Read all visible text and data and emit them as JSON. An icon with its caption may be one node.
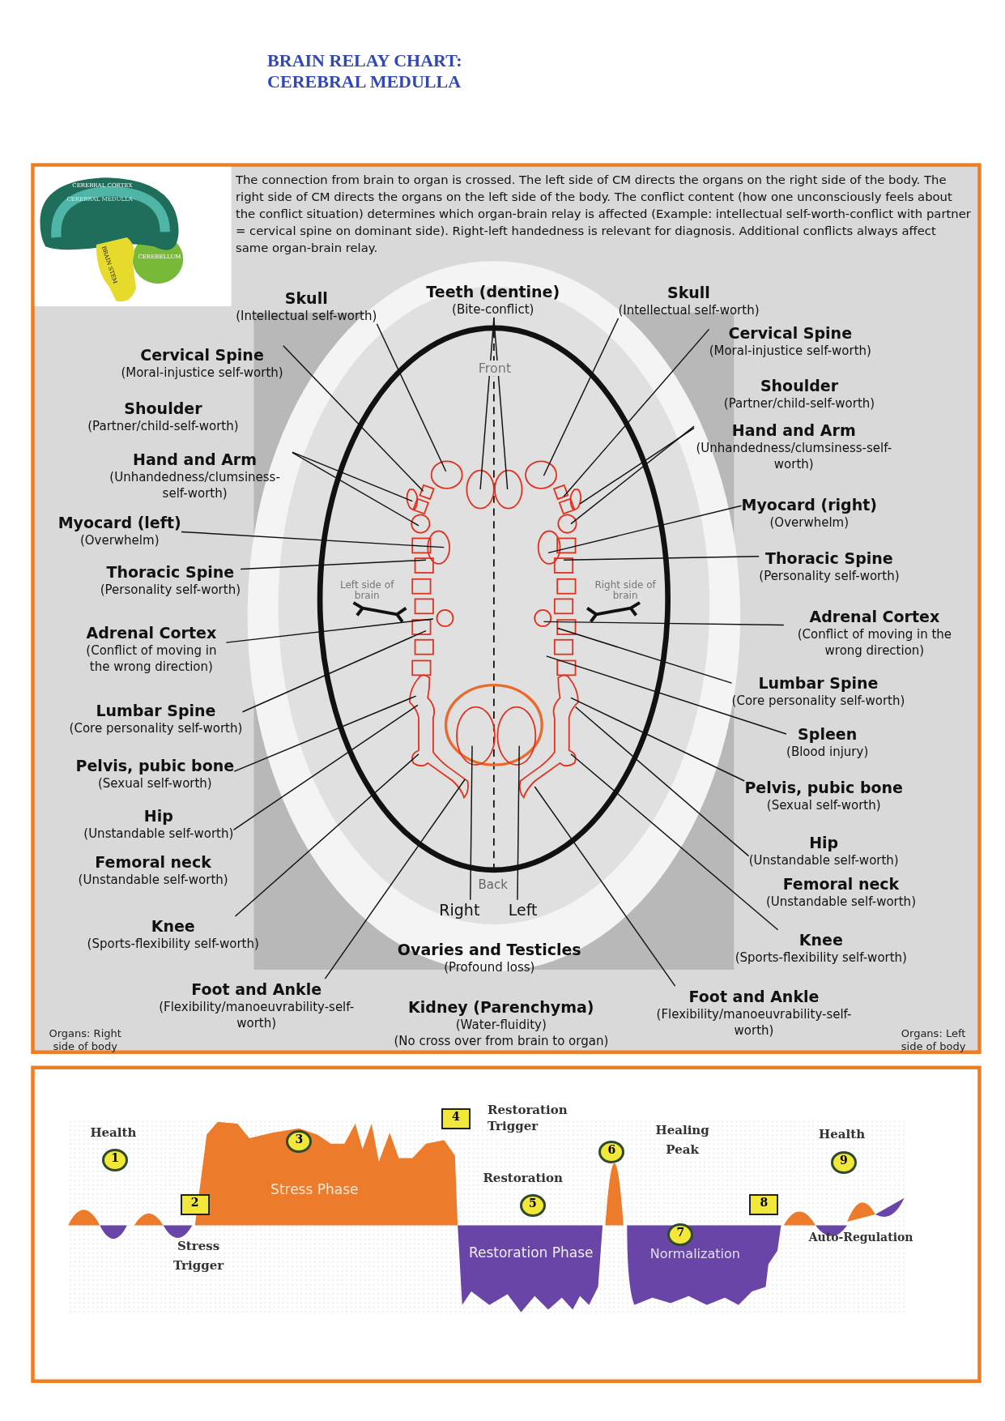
{
  "diagram": {
    "title": "BRAIN RELAY CHART: CEREBRAL MEDULLA",
    "nodes": [
      {
        "text": [
          "Skull",
          "(Intellectual self-worth)"
        ]
      },
      {
        "text": [
          "Cervical Spine",
          "(Moral-injustice self-worth)"
        ]
      },
      {
        "text": [
          "Shoulder",
          "(Partner/child-self-worth)"
        ]
      },
      {
        "text": [
          "Hand and Arm",
          "(Unhandedness/clumsiness-self-worth)"
        ]
      },
      {
        "text": [
          "Myocard (left)",
          "(Overwhelm)"
        ]
      },
      {
        "text": [
          "Thoracic Spine",
          "(Personality self-worth)"
        ]
      },
      {
        "text": [
          "Adrenal Cortex",
          "(Conflict of moving in the wrong direction)"
        ]
      },
      {
        "text": [
          "Lumbar Spine",
          "(Core personality self-worth)"
        ]
      },
      {
        "text": [
          "Pelvis, pubic bone",
          "(Sexual self-worth)"
        ]
      },
      {
        "text": [
          "Hip",
          "(Unstandable self-worth)"
        ]
      },
      {
        "text": [
          "Femoral neck",
          "(Unstandable self-worth)"
        ]
      },
      {
        "text": [
          "Knee",
          "(Sports-flexibility self-worth)"
        ]
      },
      {
        "text": [
          "Foot and Ankle",
          "(Flexibility/manoeuvrability-self-worth)"
        ]
      },
      {
        "text": [
          "Teeth (dentine)",
          "(Bite-conflict)"
        ]
      },
      {
        "text": [
          "Right"
        ]
      },
      {
        "text": [
          "Left"
        ]
      },
      {
        "text": [
          "Ovaries and Testicles",
          "(Profound loss)"
        ]
      },
      {
        "text": [
          "Kidney (Parenchyma)",
          "(Water-fluidity)",
          "(No cross over from brain to organ)"
        ]
      },
      {
        "text": [
          "Skull",
          "(Intellectual self-worth)"
        ]
      },
      {
        "text": [
          "Cervical Spine",
          "(Moral-injustice self-worth)"
        ]
      },
      {
        "text": [
          "Shoulder",
          "(Partner/child-self-worth)"
        ]
      },
      {
        "text": [
          "Hand and Arm",
          "(Unhandedness/clumsiness-self-worth)"
        ]
      },
      {
        "text": [
          "Myocard (right)",
          "(Overwhelm)"
        ]
      },
      {
        "text": [
          "Thoracic Spine",
          "(Personality self-worth)"
        ]
      },
      {
        "text": [
          "Adrenal Cortex",
          "(Conflict of moving in the wrong direction)"
        ]
      },
      {
        "text": [
          "Lumbar Spine",
          "(Core personality self-worth)"
        ]
      },
      {
        "text": [
          "Spleen",
          "(Blood injury)"
        ]
      },
      {
        "text": [
          "Pelvis, pubic bone",
          "(Sexual self-worth)"
        ]
      },
      {
        "text": [
          "Hip",
          "(Unstandable self-worth)"
        ]
      },
      {
        "text": [
          "Femoral neck",
          "(Unstandable self-worth)"
        ]
      },
      {
        "text": [
          "Knee",
          "(Sports-flexibility self-worth)"
        ]
      },
      {
        "text": [
          "Foot and Ankle",
          "(Flexibility/manoeuvrability-self-worth)"
        ]
      },
      {
        "text": [
          "1"
        ],
        "beside": [
          "Health"
        ]
      },
      {
        "text": [
          "2"
        ],
        "beside": [
          "Stress Trigger"
        ]
      },
      {
        "text": [
          "3"
        ]
      },
      {
        "text": [
          "4"
        ]
      },
      {
        "text": [
          "5"
        ],
        "beside": [
          "Restoration"
        ]
      },
      {
        "text": [
          "6"
        ]
      },
      {
        "text": [
          "7"
        ],
        "beside": [
          "Normalization"
        ]
      },
      {
        "text": [
          "8"
        ]
      },
      {
        "text": [
          "9"
        ],
        "beside": [
          "Health"
        ]
      }
    ],
    "edges": [
      {
        "from": 0,
        "to": null,
        "arrow": "none"
      },
      {
        "from": 1,
        "to": null,
        "arrow": "none"
      },
      {
        "from": 3,
        "to": null,
        "arrow": "none"
      },
      {
        "from": 3,
        "to": null,
        "arrow": "none"
      },
      {
        "from": 4,
        "to": null,
        "arrow": "none"
      },
      {
        "from": 5,
        "to": null,
        "arrow": "none"
      },
      {
        "from": 6,
        "to": null,
        "arrow": "none"
      },
      {
        "from": 7,
        "to": null,
        "arrow": "none"
      },
      {
        "from": 8,
        "to": null,
        "arrow": "none"
      },
      {
        "from": 9,
        "to": null,
        "arrow": "none"
      },
      {
        "from": 11,
        "to": null,
        "arrow": "none"
      },
      {
        "from": 12,
        "to": null,
        "arrow": "none"
      },
      {
        "from": 13,
        "to": null,
        "arrow": "none"
      },
      {
        "from": 13,
        "to": null,
        "arrow": "none"
      },
      {
        "from": 14,
        "to": null,
        "arrow": "none"
      },
      {
        "from": 15,
        "to": null,
        "arrow": "none"
      },
      {
        "from": 18,
        "to": null,
        "arrow": "none"
      },
      {
        "from": 19,
        "to": null,
        "arrow": "none"
      },
      {
        "from": 21,
        "to": null,
        "arrow": "none"
      },
      {
        "from": 21,
        "to": null,
        "arrow": "none"
      },
      {
        "from": 22,
        "to": null,
        "arrow": "none"
      },
      {
        "from": 23,
        "to": null,
        "arrow": "none"
      },
      {
        "from": 24,
        "to": null,
        "arrow": "none"
      },
      {
        "from": 25,
        "to": null,
        "arrow": "none"
      },
      {
        "from": 26,
        "to": null,
        "arrow": "none"
      },
      {
        "from": 27,
        "to": null,
        "arrow": "none"
      },
      {
        "from": 28,
        "to": null,
        "arrow": "none"
      },
      {
        "from": 30,
        "to": null,
        "arrow": "none"
      },
      {
        "from": 31,
        "to": null,
        "arrow": "none"
      }
    ],
    "labels": [
      "The connection from brain to organ is crossed. The left side of CM directs the organs on the right side of the body. The right side of CM directs the organs on the left side of the body. The conflict content (how one unconsciously feels about the conflict situation) determines which organ-brain relay is affected (Example: intellectual self-worth-conflict with partner = cervical spine on dominant side). Right-left handedness is relevant for diagnosis.  Additional conflicts always affect same organ-brain relay.",
      "CEREBRAL CORTEX",
      "CEREBRAL MEDULLA",
      "BRAIN STEM",
      "CEREBELLUM",
      "Front",
      "Left side of brain",
      "Right side of brain",
      "Back",
      "Organs: Right side of body",
      "Organs: Left side of body",
      "Stress Phase",
      "Restoration Trigger",
      "Restoration Phase",
      "Healing Peak",
      "Auto-Regulation"
    ]
  }
}
